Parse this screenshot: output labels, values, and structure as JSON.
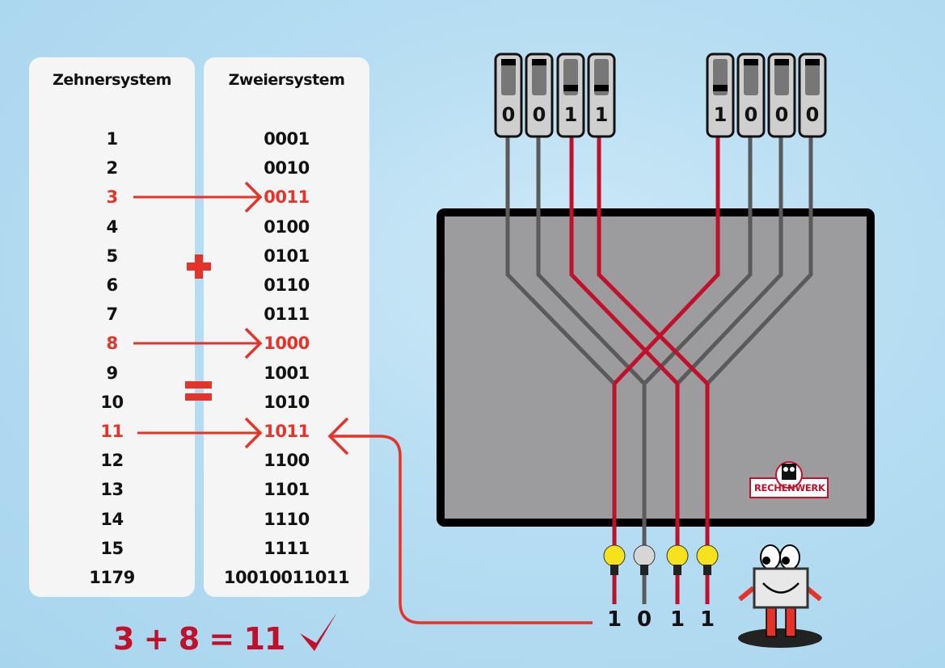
{
  "table": {
    "decimal_header": "Zehnersystem",
    "binary_header": "Zweiersystem",
    "rows": [
      {
        "dec": "1",
        "bin": "0001",
        "highlight": false
      },
      {
        "dec": "2",
        "bin": "0010",
        "highlight": false
      },
      {
        "dec": "3",
        "bin": "0011",
        "highlight": true
      },
      {
        "dec": "4",
        "bin": "0100",
        "highlight": false
      },
      {
        "dec": "5",
        "bin": "0101",
        "highlight": false
      },
      {
        "dec": "6",
        "bin": "0110",
        "highlight": false
      },
      {
        "dec": "7",
        "bin": "0111",
        "highlight": false
      },
      {
        "dec": "8",
        "bin": "1000",
        "highlight": true
      },
      {
        "dec": "9",
        "bin": "1001",
        "highlight": false
      },
      {
        "dec": "10",
        "bin": "1010",
        "highlight": false
      },
      {
        "dec": "11",
        "bin": "1011",
        "highlight": true
      },
      {
        "dec": "12",
        "bin": "1100",
        "highlight": false
      },
      {
        "dec": "13",
        "bin": "1101",
        "highlight": false
      },
      {
        "dec": "14",
        "bin": "1110",
        "highlight": false
      },
      {
        "dec": "15",
        "bin": "1111",
        "highlight": false
      },
      {
        "dec": "1179",
        "bin": "10010011011",
        "highlight": false
      }
    ],
    "plus_symbol": "+",
    "equals_symbol": "="
  },
  "equation": "3 + 8 = 11",
  "equation_icon": "checkmark-icon",
  "circuit": {
    "input_a_bits": [
      "0",
      "0",
      "1",
      "1"
    ],
    "input_b_bits": [
      "1",
      "0",
      "0",
      "0"
    ],
    "output_bits": [
      "1",
      "0",
      "1",
      "1"
    ],
    "bulbs_lit": [
      true,
      false,
      true,
      true
    ],
    "logo_text": "RECHENWERK",
    "mascot": "computer-mascot-icon"
  },
  "colors": {
    "highlight_red": "#e5332a",
    "wire_active": "#c0102a",
    "wire_inactive": "#5a5a5a",
    "chip_fill": "#9c9c9e",
    "bulb_on": "#f5e21c",
    "bulb_off": "#d6d6d6",
    "panel_bg": "#f5f5f5"
  }
}
